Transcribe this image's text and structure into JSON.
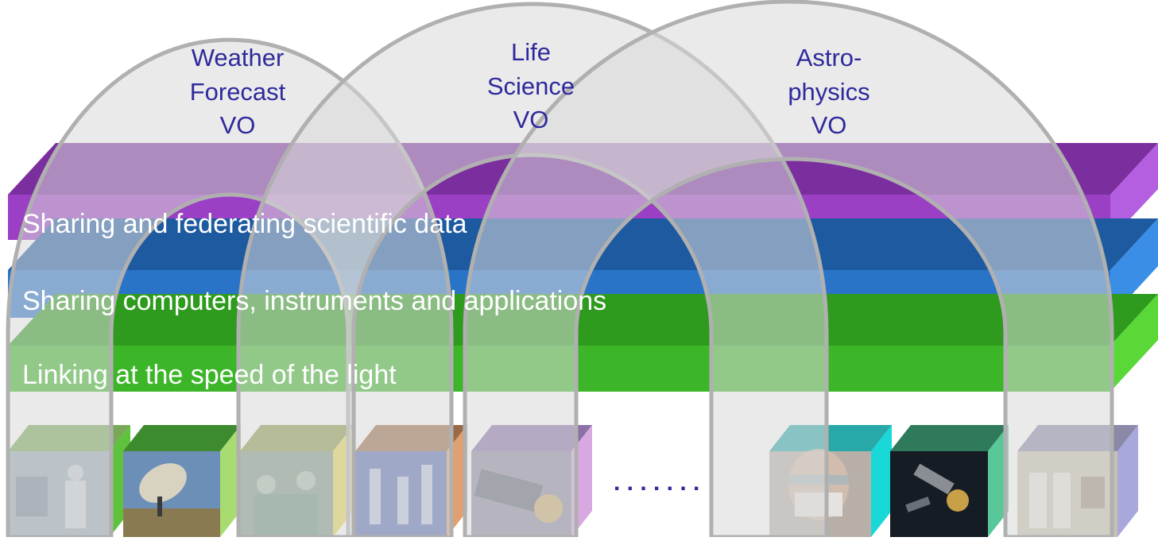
{
  "layers": [
    {
      "id": "data",
      "label": "Sharing and federating scientific data",
      "front": "#9b3fc4",
      "top": "#7b2e9e",
      "side": "#b45ee0"
    },
    {
      "id": "compute",
      "label": "Sharing computers, instruments and applications",
      "front": "#2a74c8",
      "top": "#1d5aa0",
      "side": "#3a8ee6"
    },
    {
      "id": "network",
      "label": "Linking at the speed of the light",
      "front": "#3cb628",
      "top": "#2e9a1e",
      "side": "#5ad838"
    }
  ],
  "vos": [
    {
      "id": "weather",
      "lines": [
        "Weather",
        "Forecast",
        "VO"
      ]
    },
    {
      "id": "life",
      "lines": [
        "Life",
        "Science",
        "VO"
      ]
    },
    {
      "id": "astro",
      "lines": [
        "Astro-",
        "physics",
        "VO"
      ]
    }
  ],
  "resources": [
    {
      "id": "lab-1",
      "name": "laboratory-photo",
      "top": "#78a858",
      "side": "#5ec23c",
      "photo": "#9aa8b4"
    },
    {
      "id": "radio-telescope",
      "name": "radio-telescope-photo",
      "top": "#3e8a2e",
      "side": "#a8dc70",
      "photo": "#6c8fb8"
    },
    {
      "id": "surgery",
      "name": "surgery-photo",
      "top": "#8a9a48",
      "side": "#e6d858",
      "photo": "#7e9a86"
    },
    {
      "id": "microscopes",
      "name": "microscopes-photo",
      "top": "#9a6a48",
      "side": "#e0a070",
      "photo": "#5a6eb0"
    },
    {
      "id": "accelerator",
      "name": "accelerator-photo",
      "top": "#8a72a8",
      "side": "#d8a8e0",
      "photo": "#8c8aa0"
    },
    {
      "id": "researcher",
      "name": "researcher-photo",
      "top": "#28a8a8",
      "side": "#18d8d8",
      "photo": "#b8b0a8"
    },
    {
      "id": "satellite",
      "name": "satellite-photo",
      "top": "#2e7a5a",
      "side": "#58c898",
      "photo": "#151c24"
    },
    {
      "id": "server-room",
      "name": "server-room-photo",
      "top": "#8a8aa8",
      "side": "#a8a8dc",
      "photo": "#c8c0b0"
    }
  ],
  "ellipsis": ". . . . . . .",
  "colors": {
    "vo_text": "#2e2a9c",
    "arch": "#d8d8d8",
    "arch_edge": "#b0b0b0",
    "layer_text": "#ffffff"
  }
}
